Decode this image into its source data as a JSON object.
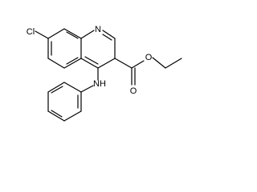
{
  "structure": {
    "atom_labels": {
      "chlorine": "Cl",
      "ring_nitrogen": "N",
      "ester_carbonyl_oxygen": "O",
      "ester_ether_oxygen": "O",
      "amine": "NH"
    }
  }
}
